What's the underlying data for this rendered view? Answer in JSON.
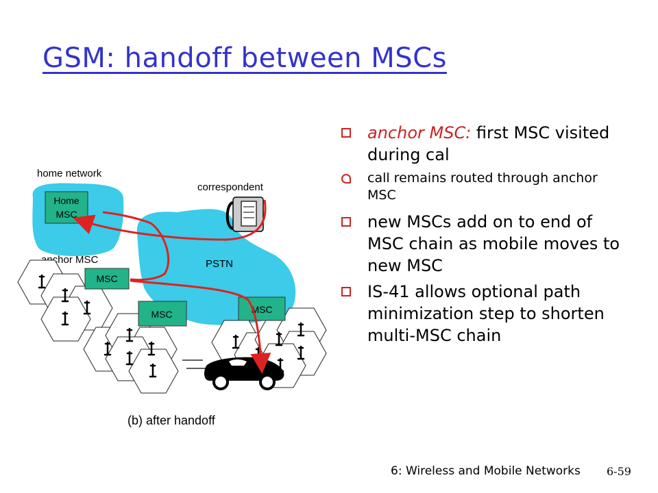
{
  "slide": {
    "title": "GSM: handoff between MSCs",
    "footer": "6: Wireless and Mobile Networks",
    "page_number": "6-59"
  },
  "diagram": {
    "home_network_label": "home network",
    "home_msc_line1": "Home",
    "home_msc_line2": "MSC",
    "correspondent_label": "correspondent",
    "anchor_msc_label": "anchor MSC",
    "pstn_label": "PSTN",
    "msc_anchor": "MSC",
    "msc_middle": "MSC",
    "msc_right": "MSC",
    "caption": "(b) after handoff",
    "colors": {
      "network_cloud": "#3ccbe8",
      "msc_box": "#22b38a",
      "path": "#dd2222"
    },
    "icons": [
      "telephone-icon",
      "car-icon",
      "cell-tower-icon"
    ]
  },
  "bullets": {
    "b1_highlight": "anchor MSC:",
    "b1_rest": " first MSC visited during cal",
    "b1_sub": "call remains routed through anchor MSC",
    "b2": "new MSCs add on to end of MSC chain as mobile moves to new MSC",
    "b3": "IS-41 allows optional path minimization step to shorten multi-MSC chain"
  }
}
